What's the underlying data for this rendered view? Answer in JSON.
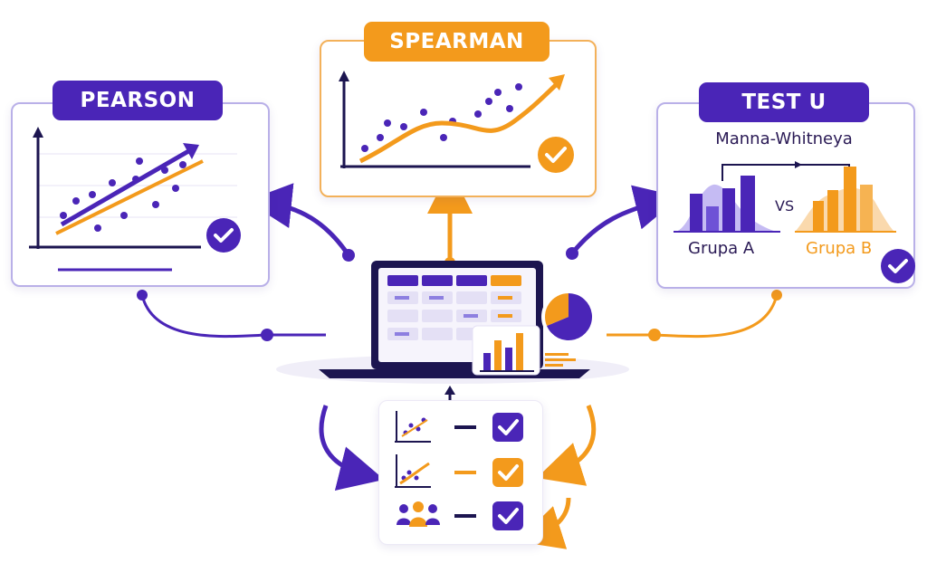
{
  "cards": {
    "pearson": {
      "title": "PEARSON"
    },
    "spearman": {
      "title": "SPEARMAN"
    },
    "test_u": {
      "title": "TEST U",
      "subtitle": "Manna-Whitneya",
      "vs": "VS",
      "group_a": "Grupa A",
      "group_b": "Grupa B"
    }
  },
  "colors": {
    "purple": "#4a25b7",
    "purple_light": "#8d7fe0",
    "orange": "#f39a1c",
    "navy": "#1c1550"
  },
  "icons": {
    "check": "check-badge-icon",
    "pie": "pie-chart-icon",
    "bar": "bar-chart-icon",
    "laptop": "laptop-icon",
    "people": "people-group-icon"
  }
}
